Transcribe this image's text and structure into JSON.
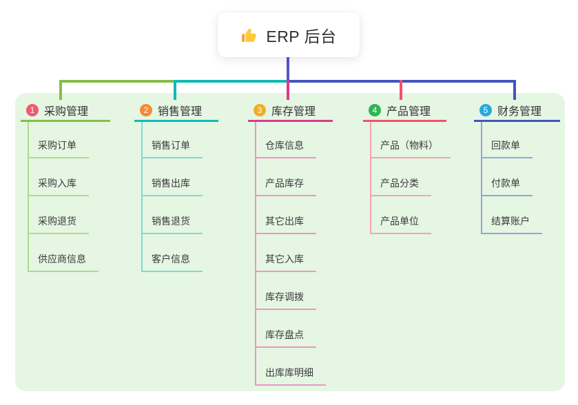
{
  "root": {
    "label": "ERP 后台",
    "icon": "thumbs-up-icon"
  },
  "colors": {
    "panel_bg": "#E5F6E3",
    "root_trunk": "#5059C9",
    "bus_segment_1": "#82BE49",
    "bus_segment_2": "#12B9B4",
    "bus_segment_3": "#4155BE"
  },
  "branches": [
    {
      "number": "1",
      "label": "采购管理",
      "badge_color": "#F05B72",
      "line_color": "#82BE49",
      "child_line_color": "#AFDA8F",
      "children": [
        "采购订单",
        "采购入库",
        "采购退货",
        "供应商信息"
      ]
    },
    {
      "number": "2",
      "label": "销售管理",
      "badge_color": "#F68A35",
      "line_color": "#12B9B4",
      "child_line_color": "#7FD9D3",
      "children": [
        "销售订单",
        "销售出库",
        "销售退货",
        "客户信息"
      ]
    },
    {
      "number": "3",
      "label": "库存管理",
      "badge_color": "#F3AC26",
      "line_color": "#D83A90",
      "child_line_color": "#F193C5",
      "children": [
        "仓库信息",
        "产品库存",
        "其它出库",
        "其它入库",
        "库存调拨",
        "库存盘点",
        "出库库明细"
      ]
    },
    {
      "number": "4",
      "label": "产品管理",
      "badge_color": "#2FB457",
      "line_color": "#F2516C",
      "child_line_color": "#F6A2AD",
      "children": [
        "产品（物料）",
        "产品分类",
        "产品单位"
      ]
    },
    {
      "number": "5",
      "label": "财务管理",
      "badge_color": "#29A8E0",
      "line_color": "#4155BE",
      "child_line_color": "#93A5DE",
      "children": [
        "回款单",
        "付款单",
        "结算账户"
      ]
    }
  ]
}
